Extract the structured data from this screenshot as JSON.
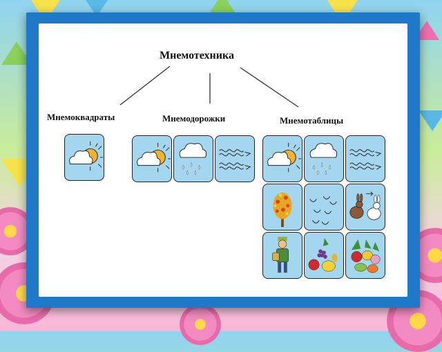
{
  "diagram": {
    "title": "Мнемотехника",
    "branches": [
      {
        "label": "Мнемоквадраты"
      },
      {
        "label": "Мнемодорожки"
      },
      {
        "label": "Мнемотаблицы"
      }
    ],
    "icons": {
      "squares": [
        "sun-cloud-icon"
      ],
      "paths": [
        "sun-cloud-icon",
        "rain-cloud-icon",
        "wind-icon"
      ],
      "tables": [
        "sun-cloud-icon",
        "rain-cloud-icon",
        "wind-icon",
        "autumn-tree-icon",
        "birds-icon",
        "hares-icon",
        "harvest-man-icon",
        "fruit-basket-icon",
        "vegetables-icon"
      ]
    }
  },
  "colors": {
    "frame": "#1f78c8",
    "cell_fill": "#a4d7ef",
    "sun": "#f2b233"
  }
}
